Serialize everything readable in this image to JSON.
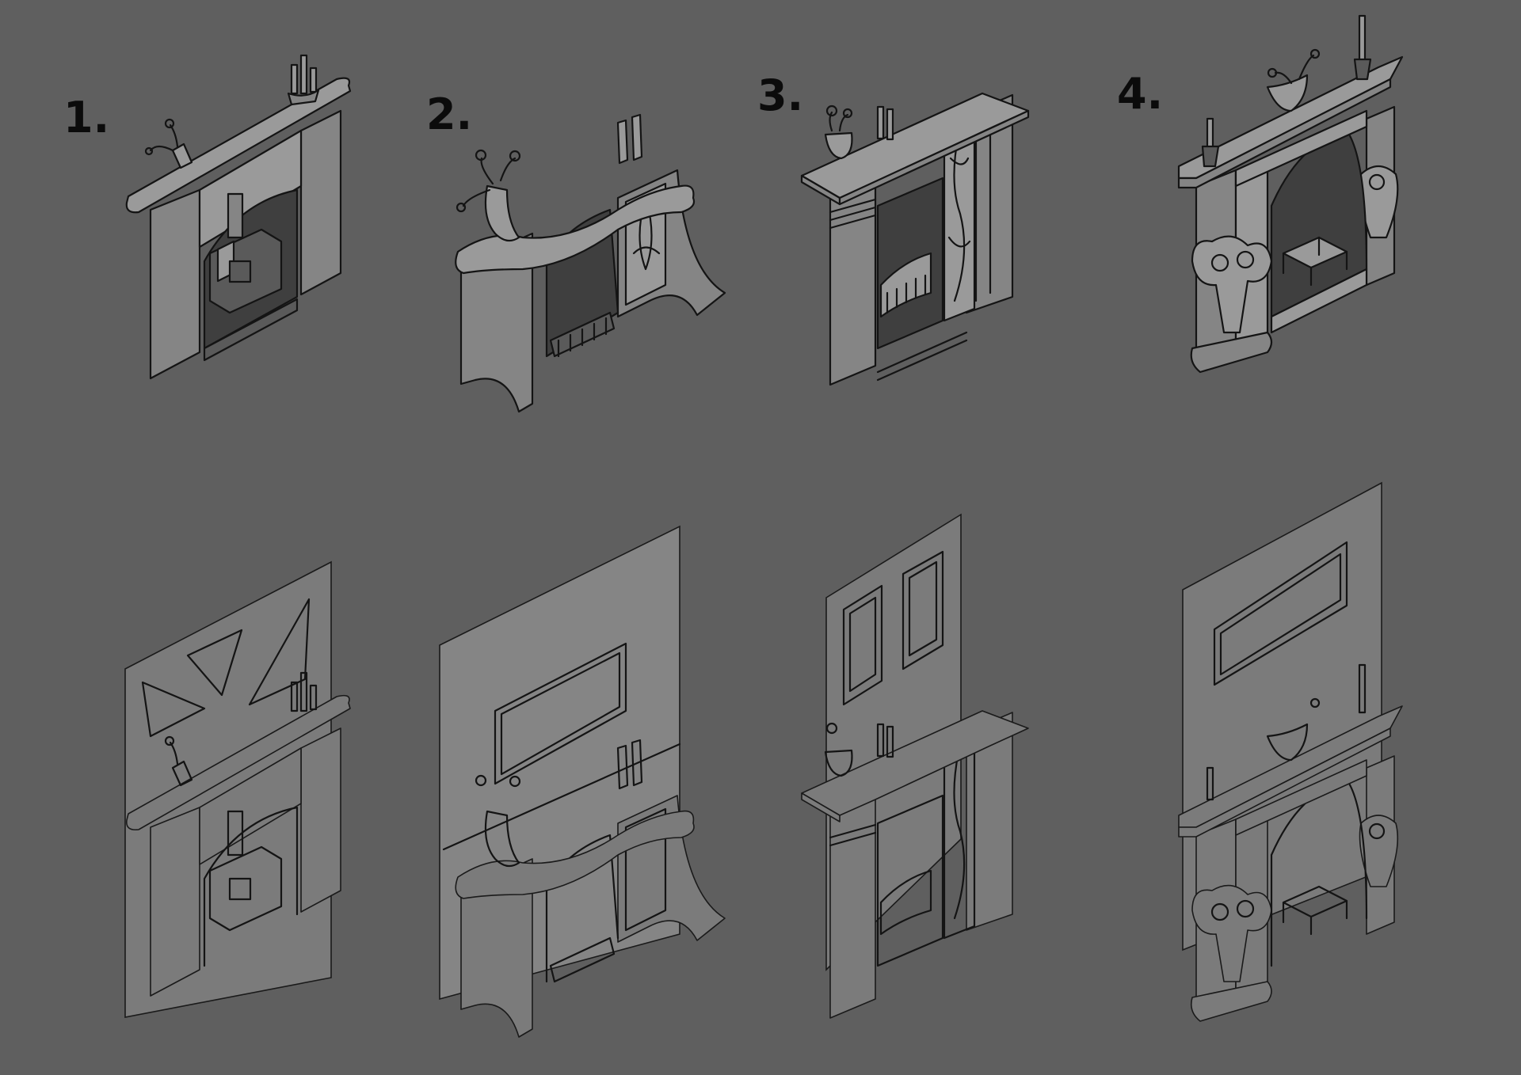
{
  "sheet": {
    "background": "#5f5f5f",
    "subject": "Isometric fireplace concept sketches",
    "labels": [
      "1.",
      "2.",
      "3.",
      "4."
    ],
    "rows": [
      {
        "name": "shaded-concepts",
        "description": "Four shaded isometric fireplace designs"
      },
      {
        "name": "lineart-on-wall",
        "description": "Same four designs as line art placed against wall panels"
      }
    ],
    "designs": [
      {
        "number": "1.",
        "style": "Arched surround with wood stove",
        "mantel_items": [
          "flower vase",
          "candle cluster"
        ],
        "wall_decor": "three triangular framed windows"
      },
      {
        "number": "2.",
        "style": "Curved art-nouveau surround with open grate",
        "mantel_items": [
          "tall vase with flowers",
          "two candles"
        ],
        "wall_decor": "horizontal framed window on textured wall"
      },
      {
        "number": "3.",
        "style": "Columned surround with floral carved panel and fender",
        "mantel_items": [
          "flower pot",
          "two candles"
        ],
        "wall_decor": "two tall framed windows"
      },
      {
        "number": "4.",
        "style": "Gothic arch surround with scroll corbels and fender",
        "mantel_items": [
          "candle",
          "bird-shaped vase",
          "candle"
        ],
        "wall_decor": "horizontal framed window"
      }
    ]
  }
}
